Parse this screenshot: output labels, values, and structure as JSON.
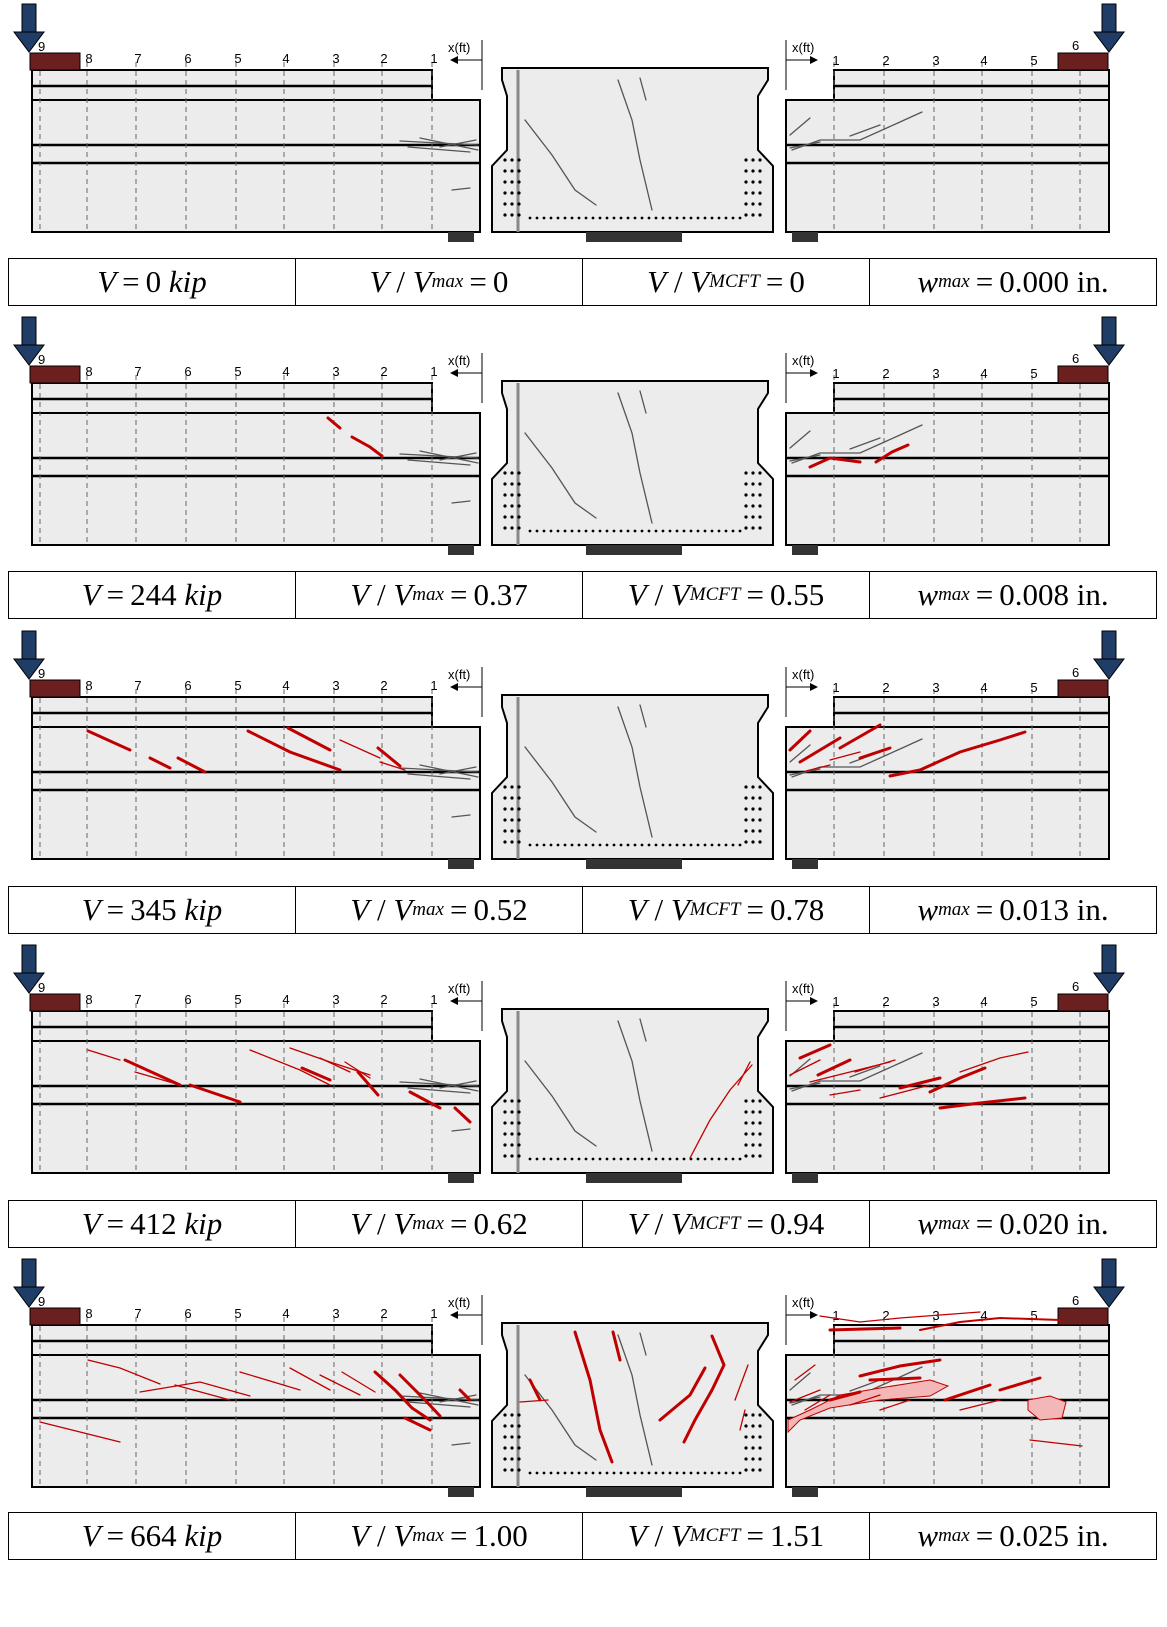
{
  "tick_labels_left": [
    "8",
    "7",
    "6",
    "5",
    "4",
    "3",
    "2",
    "1"
  ],
  "tick_labels_right": [
    "1",
    "2",
    "3",
    "4",
    "5"
  ],
  "support_label_left": "9",
  "support_label_right": "6",
  "axis_label": "x(ft)",
  "colors": {
    "existing_crack": "#555555",
    "new_crack": "#c00000",
    "concrete": "#ececec",
    "bearing": "#6b1f1f",
    "arrow": "#1f3d66",
    "spall": "#f4b7b7"
  },
  "stages": [
    {
      "V": "0",
      "unit": "kip",
      "v_ratio": "0",
      "mcft_ratio": "0",
      "w": "0.000",
      "w_unit": "in."
    },
    {
      "V": "244",
      "unit": "kip",
      "v_ratio": "0.37",
      "mcft_ratio": "0.55",
      "w": "0.008",
      "w_unit": "in."
    },
    {
      "V": "345",
      "unit": "kip",
      "v_ratio": "0.52",
      "mcft_ratio": "0.78",
      "w": "0.013",
      "w_unit": "in."
    },
    {
      "V": "412",
      "unit": "kip",
      "v_ratio": "0.62",
      "mcft_ratio": "0.94",
      "w": "0.020",
      "w_unit": "in."
    },
    {
      "V": "664",
      "unit": "kip",
      "v_ratio": "1.00",
      "mcft_ratio": "1.51",
      "w": "0.025",
      "w_unit": "in."
    }
  ]
}
